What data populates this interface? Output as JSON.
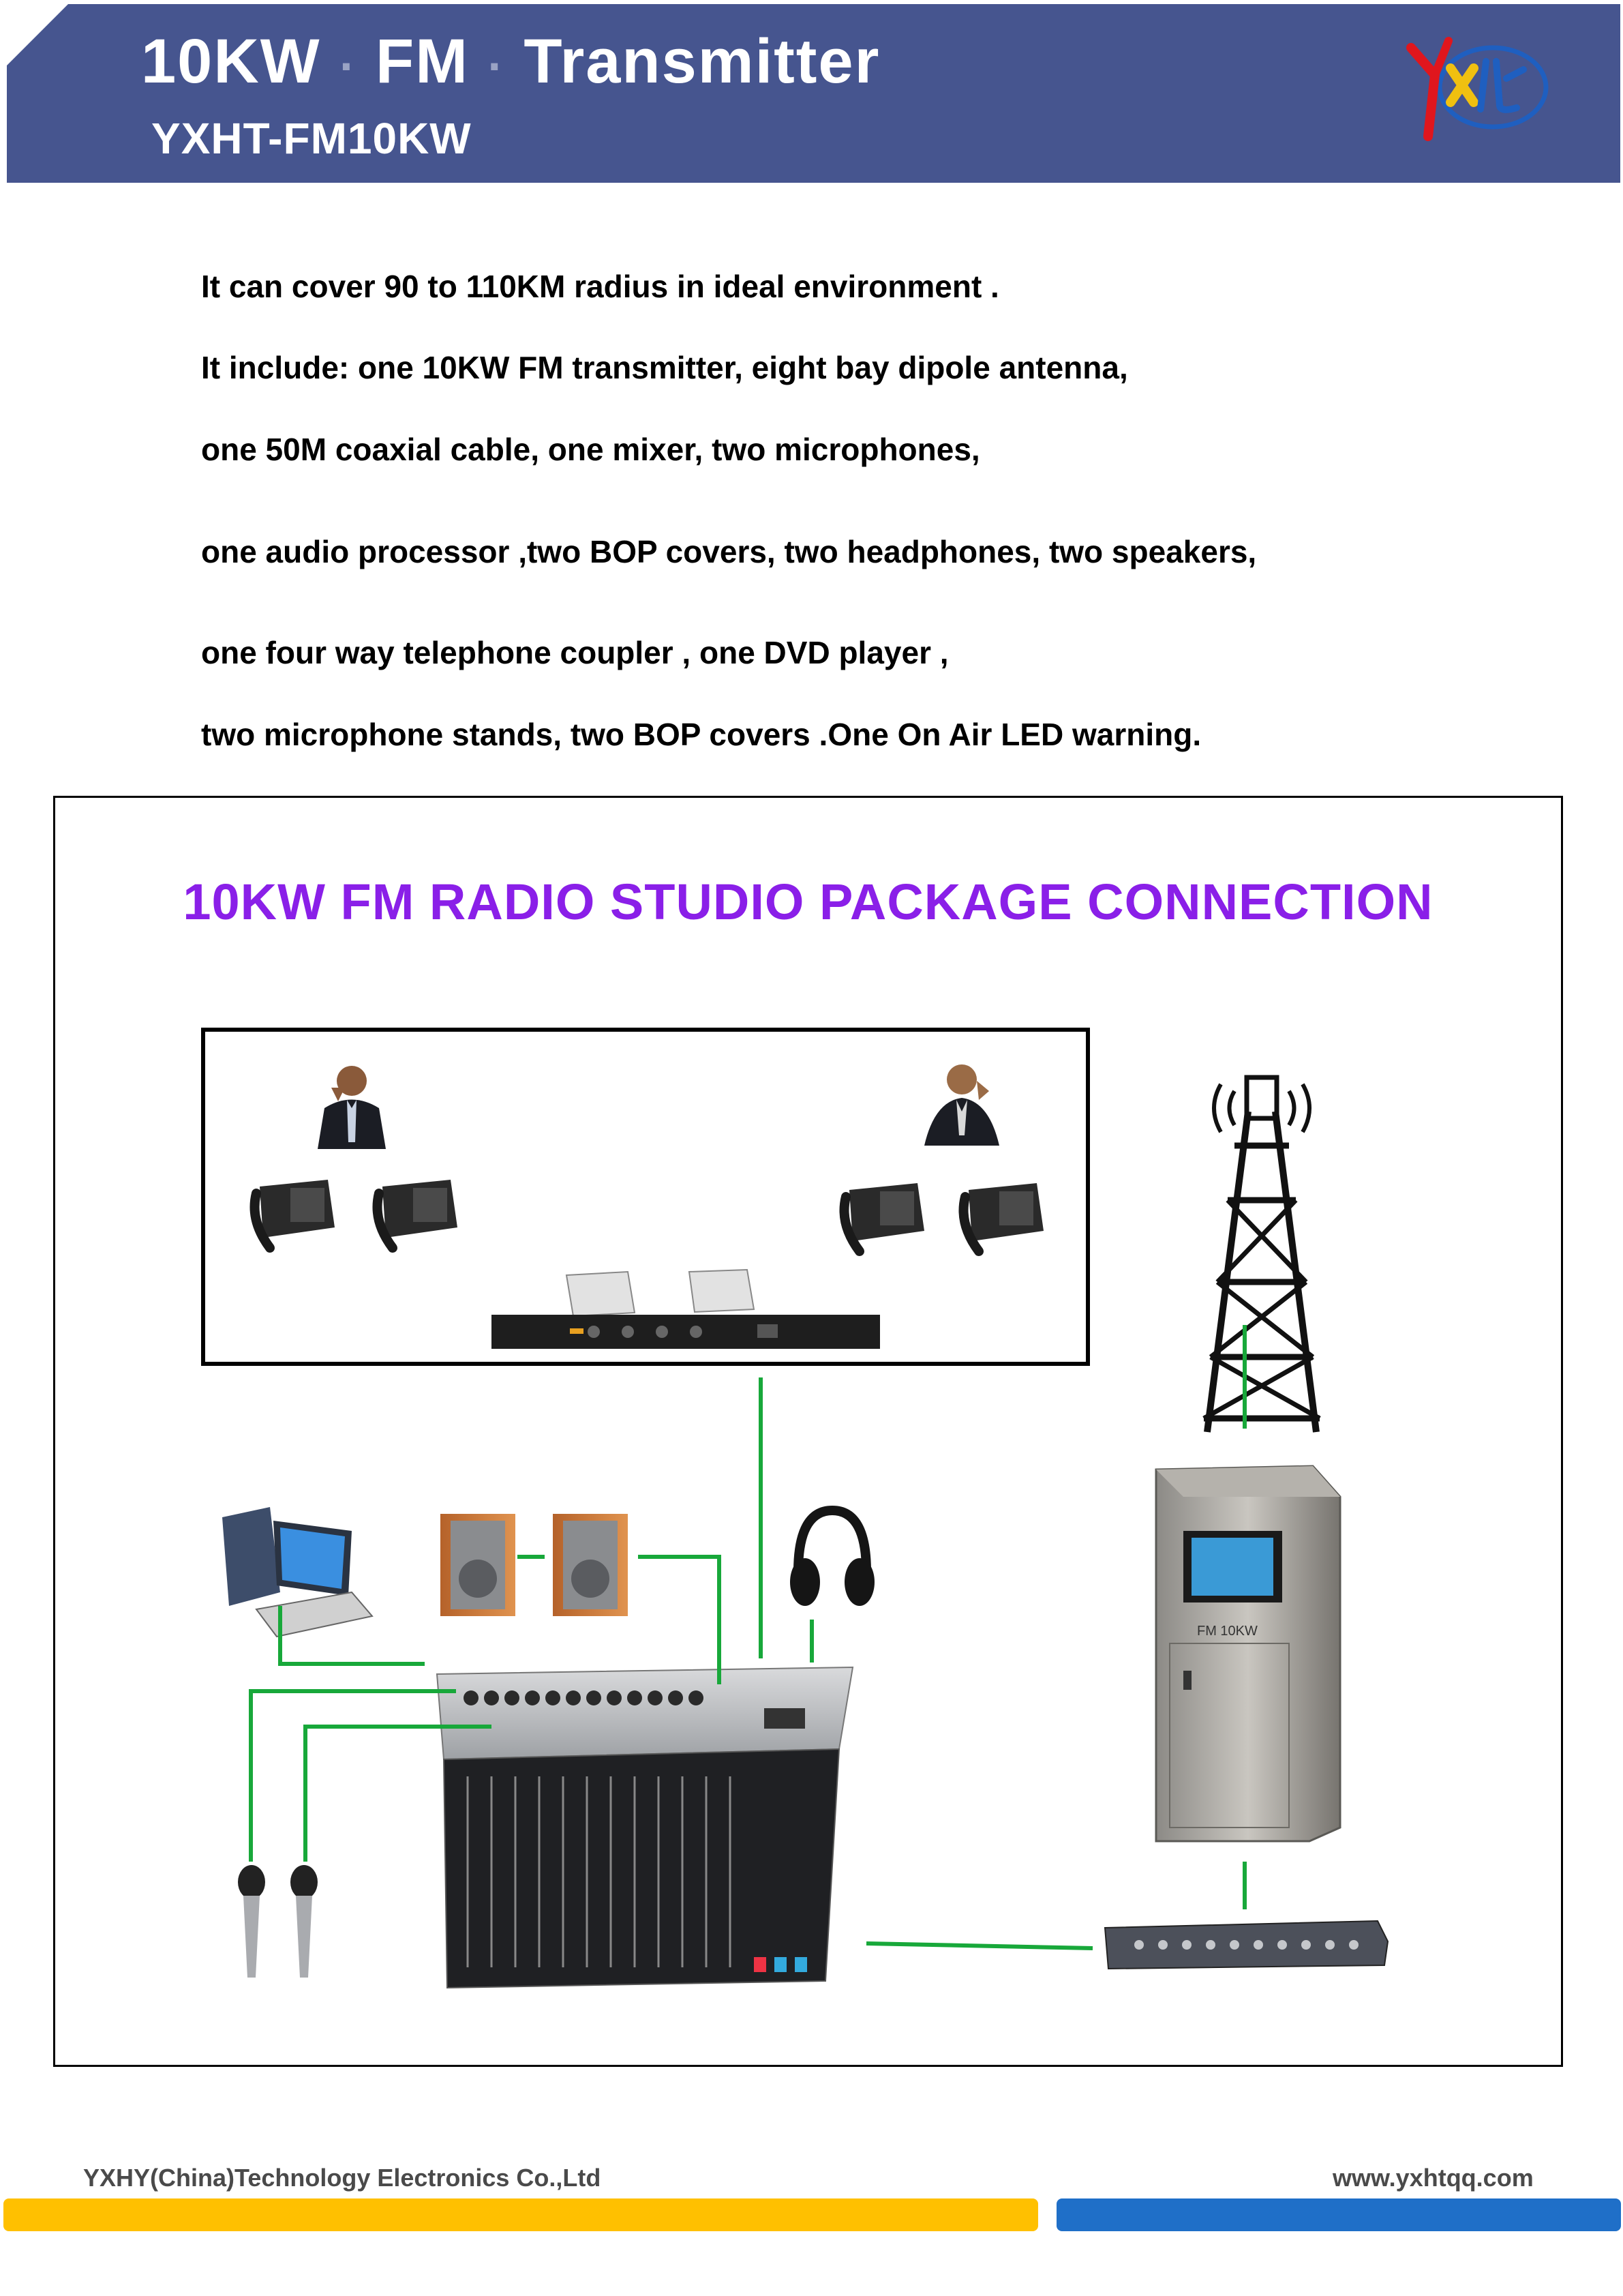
{
  "header": {
    "title_parts": [
      "10KW",
      "FM",
      "Transmitter"
    ],
    "separator": "·",
    "model": "YXHT-FM10KW",
    "logo_name": "yxht-logo"
  },
  "intro_lines": [
    "It can cover  90 to 110KM radius in ideal environment .",
    "It include: one 10KW FM transmitter, eight bay dipole antenna,",
    "one 50M coaxial cable, one mixer, two microphones,",
    "one audio processor ,two BOP covers, two headphones, two speakers,",
    "one four way telephone coupler , one DVD player ,",
    "two microphone stands, two BOP covers .One On Air LED warning."
  ],
  "diagram": {
    "title": "10KW FM RADIO STUDIO PACKAGE CONNECTION",
    "transmitter_label": "FM 10KW",
    "line_color": "#18a83a",
    "title_color": "#8a1fe8",
    "components": [
      "caller-person",
      "telephone",
      "telephone-coupler",
      "antenna-tower",
      "computer",
      "speaker",
      "headphones",
      "mixer",
      "microphone",
      "fm-transmitter-cabinet",
      "audio-processor"
    ]
  },
  "footer": {
    "company": "YXHY(China)Technology Electronics Co.,Ltd",
    "website": "www.yxhtqq.com"
  },
  "colors": {
    "header_band": "#46558f",
    "footer_yellow": "#ffc000",
    "footer_blue": "#1f6fc8"
  }
}
